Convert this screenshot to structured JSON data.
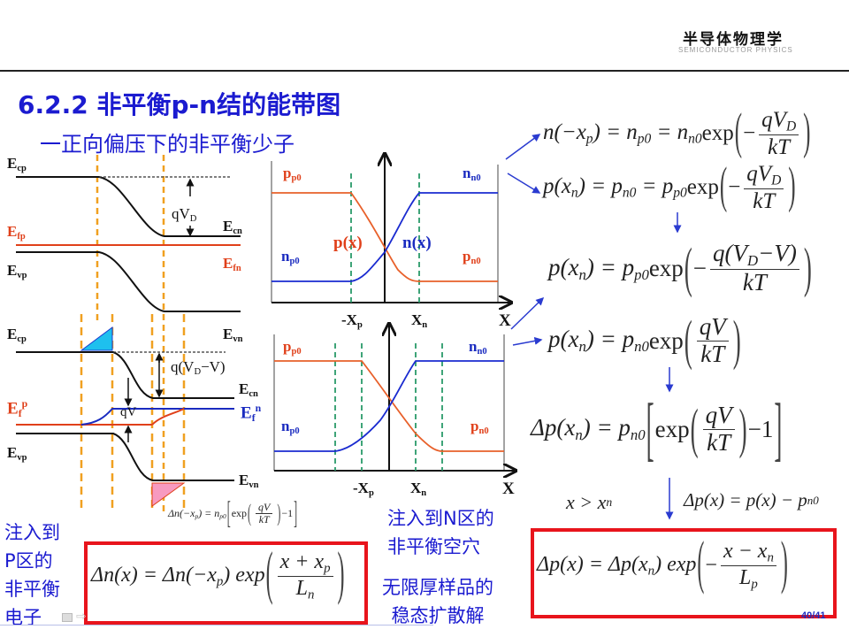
{
  "header": {
    "course_cn": "半导体物理学",
    "course_en": "SEMICONDUCTOR PHYSICS"
  },
  "slide": {
    "title": "6.2.2 非平衡p-n结的能带图",
    "subtitle": "一正向偏压下的非平衡少子",
    "page_number": "40/41"
  },
  "band_diagram": {
    "equilibrium": {
      "Ecp": "E_{cp}",
      "Efp": "E_{fp}",
      "Evp": "E_{vp}",
      "qVD": "qV_{D}",
      "Ecn": "E_{cn}",
      "Efn": "E_{fn}",
      "Evn": "E_{vn}"
    },
    "forward": {
      "Ecp": "E_{cp}",
      "Efp": "E_{f}^{p}",
      "Evp": "E_{vp}",
      "barrier": "q(V_{D}−V)",
      "qV": "qV",
      "Ecn": "E_{cn}",
      "Efn": "E_{f}^{n}",
      "Evn": "E_{vn}"
    }
  },
  "carrier_plots": {
    "top": {
      "pp0": "p_{p0}",
      "nn0": "n_{n0}",
      "np0": "n_{p0}",
      "pn0": "p_{n0}",
      "px": "p(x)",
      "nx": "n(x)",
      "xp": "-X_{p}",
      "xn": "X_{n}",
      "x": "X"
    },
    "bottom": {
      "pp0": "p_{p0}",
      "nn0": "n_{n0}",
      "np0": "n_{p0}",
      "pn0": "p_{n0}",
      "xp": "-X_{p}",
      "xn": "X_{n}",
      "x": "X"
    }
  },
  "equations": {
    "eq1": {
      "lhs": "n(−x_{p}) = n_{p0} = n_{n0} ",
      "exp": "exp",
      "sign": "−",
      "num": "qV_{D}",
      "den": "kT"
    },
    "eq2": {
      "lhs": "p(x_{n}) = p_{n0} = p_{p0} ",
      "exp": "exp",
      "sign": "−",
      "num": "qV_{D}",
      "den": "kT"
    },
    "eq3": {
      "lhs": "p(x_{n}) = p_{p0} ",
      "exp": "exp",
      "sign": "−",
      "num": "q(V_{D}−V)",
      "den": "kT"
    },
    "eq4": {
      "lhs": "p(x_{n}) = p_{n0} ",
      "exp": "exp",
      "num": "qV",
      "den": "kT"
    },
    "eq5": {
      "lhs": "Δp(x_{n}) = p_{n0}",
      "exp": "exp",
      "num": "qV",
      "den": "kT",
      "tail": "−1"
    },
    "cond": "x  >  x_{n}",
    "def": "Δp(x) = p(x) − p_{n0}",
    "small": {
      "lhs": "Δn(−x_{p}) = n_{p0}",
      "exp": "exp",
      "num": "qV",
      "den": "kT",
      "tail": "−1"
    },
    "electron": {
      "lhs": "Δn(x) = Δn(−x_{p}) exp",
      "num": "x + x_{p}",
      "den": "L_{n}"
    },
    "hole": {
      "lhs": "Δp(x) = Δp(x_{n}) exp",
      "sign": "−",
      "num": "x − x_{n}",
      "den": "L_{p}"
    }
  },
  "notes": {
    "electron_lines": [
      "注入到",
      "P区的",
      "非平衡",
      "电子"
    ],
    "hole_lines": [
      "注入到N区的",
      "非平衡空穴"
    ],
    "solution_lines": [
      "无限厚样品的",
      "稳态扩散解"
    ]
  },
  "colors": {
    "blue": "#1b1bd0",
    "red": "#e8141c",
    "orange": "#f0a020",
    "green": "#2a9a6a"
  }
}
